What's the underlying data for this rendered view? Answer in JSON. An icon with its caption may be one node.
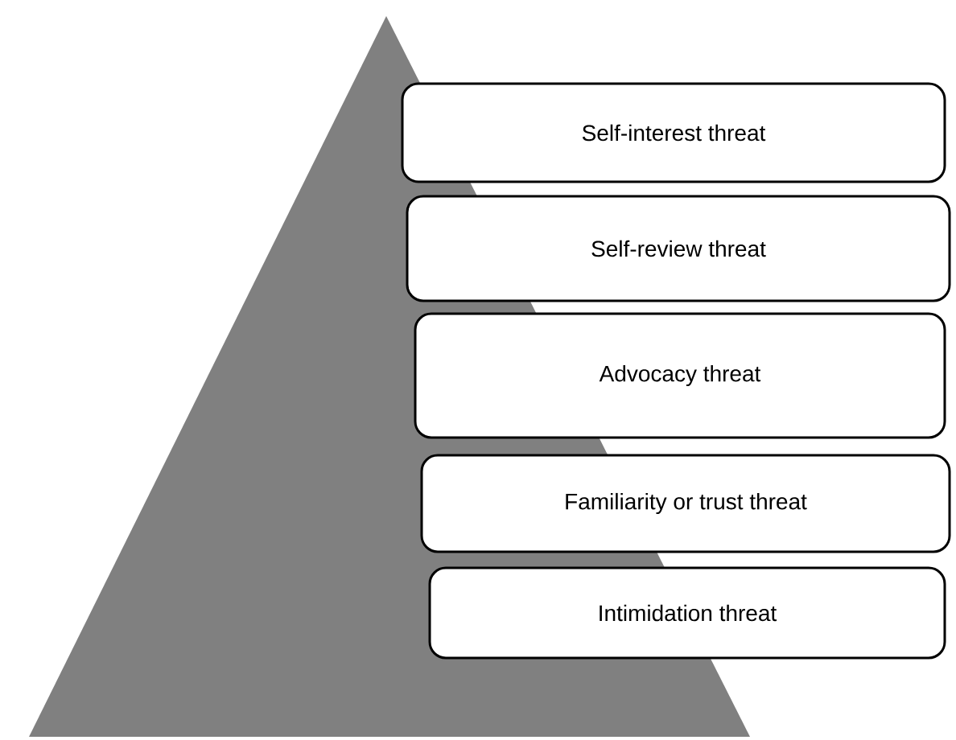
{
  "diagram": {
    "nodes": [
      {
        "text": [
          "Self-interest threat"
        ]
      },
      {
        "text": [
          "Self-review threat"
        ]
      },
      {
        "text": [
          "Advocacy threat"
        ]
      },
      {
        "text": [
          "Familiarity or trust threat"
        ]
      },
      {
        "text": [
          "Intimidation threat"
        ]
      }
    ]
  }
}
